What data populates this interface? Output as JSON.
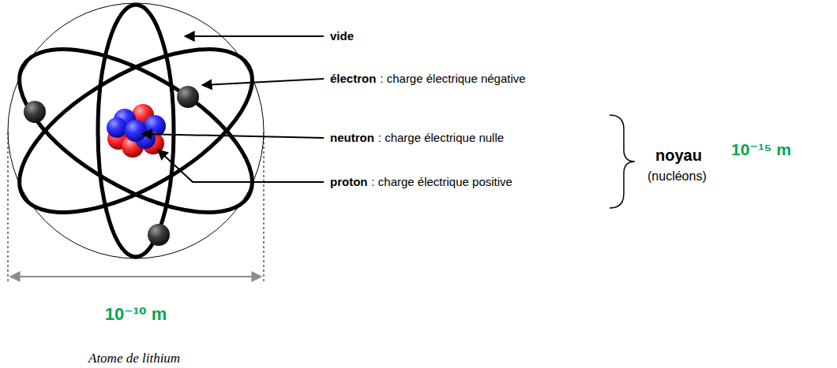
{
  "diagram": {
    "caption": "Atome de lithium",
    "labels": [
      "vide",
      "électron",
      ": charge électrique négative",
      "neutron",
      ": charge électrique nulle",
      "proton",
      ": charge électrique positive",
      "noyau",
      "10⁻¹⁵ m",
      "(nucléons)",
      "10⁻¹⁰ m"
    ]
  }
}
